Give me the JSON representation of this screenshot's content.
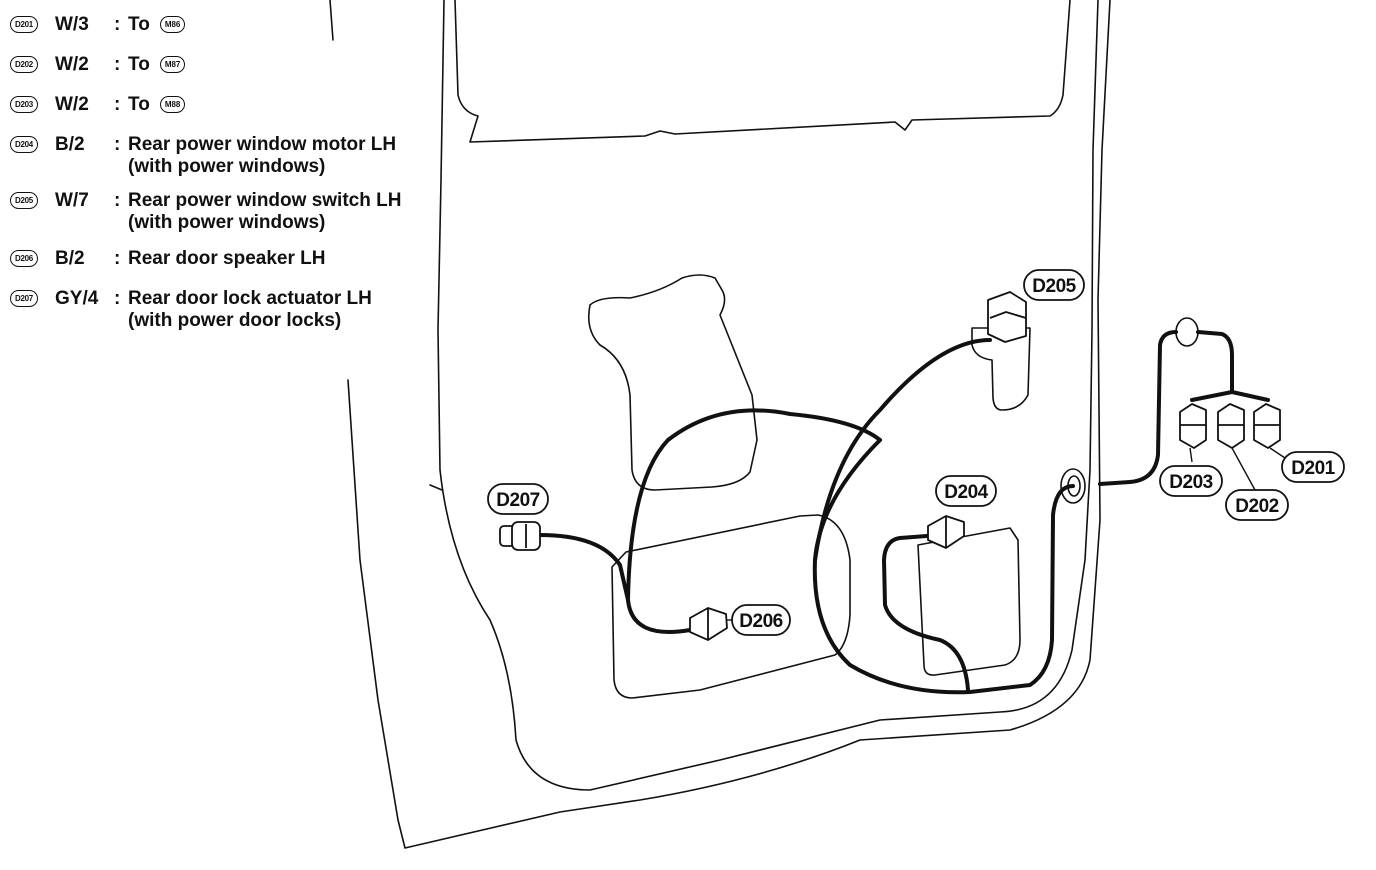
{
  "legend": [
    {
      "connector": "D201",
      "wire": "W/3",
      "colon": ":",
      "description": "To",
      "ref": "M86"
    },
    {
      "connector": "D202",
      "wire": "W/2",
      "colon": ":",
      "description": "To",
      "ref": "M87"
    },
    {
      "connector": "D203",
      "wire": "W/2",
      "colon": ":",
      "description": "To",
      "ref": "M88"
    },
    {
      "connector": "D204",
      "wire": "B/2",
      "colon": ":",
      "description": "Rear power window motor LH",
      "description2": "(with power windows)"
    },
    {
      "connector": "D205",
      "wire": "W/7",
      "colon": ":",
      "description": "Rear power window switch LH",
      "description2": "(with power windows)"
    },
    {
      "connector": "D206",
      "wire": "B/2",
      "colon": ":",
      "description": "Rear door speaker LH"
    },
    {
      "connector": "D207",
      "wire": "GY/4",
      "colon": ":",
      "description": "Rear door lock actuator LH",
      "description2": "(with power door locks)"
    }
  ],
  "callouts": {
    "d201": "D201",
    "d202": "D202",
    "d203": "D203",
    "d204": "D204",
    "d205": "D205",
    "d206": "D206",
    "d207": "D207"
  }
}
